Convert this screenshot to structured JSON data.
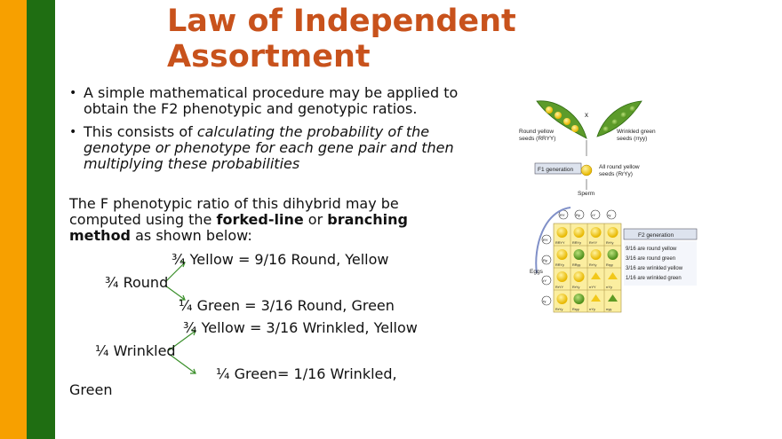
{
  "title": "Law of Independent Assortment",
  "bullets": [
    {
      "text": "A simple mathematical procedure may be applied to obtain the F2 phenotypic and genotypic ratios."
    },
    {
      "prefix": "This consists of ",
      "italic": "calculating the probability of the genotype or phenotype for each gene pair and then multiplying these probabilities"
    }
  ],
  "paragraph": {
    "part1": "The F phenotypic ratio of this dihybrid may be computed using the ",
    "bold1": "forked-line",
    "part2": " or ",
    "bold2": "branching method",
    "part3": " as shown below:"
  },
  "forked": {
    "l1": "¾ Yellow  = 9/16 Round, Yellow",
    "round": "¾ Round",
    "l2": "¼ Green = 3/16 Round, Green",
    "l3": "¾ Yellow = 3/16 Wrinkled, Yellow",
    "wrinkled": "¼ Wrinkled",
    "l4a": "¼ Green= 1/16 Wrinkled,",
    "l4b": "Green"
  },
  "figure": {
    "x_mark": "x",
    "round_yellow": [
      "Round yellow",
      "seeds (RRYY)"
    ],
    "wrinkled_green": [
      "Wrinkled green",
      "seeds (rryy)"
    ],
    "f1_generation": "F1 generation",
    "all_round_yellow": [
      "All round yellow",
      "seeds (RrYy)"
    ],
    "sperm": "Sperm",
    "eggs": "Eggs",
    "gametes": [
      "RY",
      "Ry",
      "rY",
      "ry"
    ],
    "grid": [
      [
        "RRYY",
        "RRYy",
        "RrYY",
        "RrYy"
      ],
      [
        "RRYy",
        "RRyy",
        "RrYy",
        "Rryy"
      ],
      [
        "RrYY",
        "RrYy",
        "rrYY",
        "rrYy"
      ],
      [
        "RrYy",
        "Rryy",
        "rrYy",
        "rryy"
      ]
    ],
    "f2_generation": "F2 generation",
    "ratios": [
      "9/16 are round yellow",
      "3/16 are round green",
      "3/16 are wrinkled yellow",
      "1/16 are wrinkled green"
    ],
    "colors": {
      "yellow": "#f2c81a",
      "green": "#6aa62a",
      "cell": "#fbeea0"
    }
  }
}
